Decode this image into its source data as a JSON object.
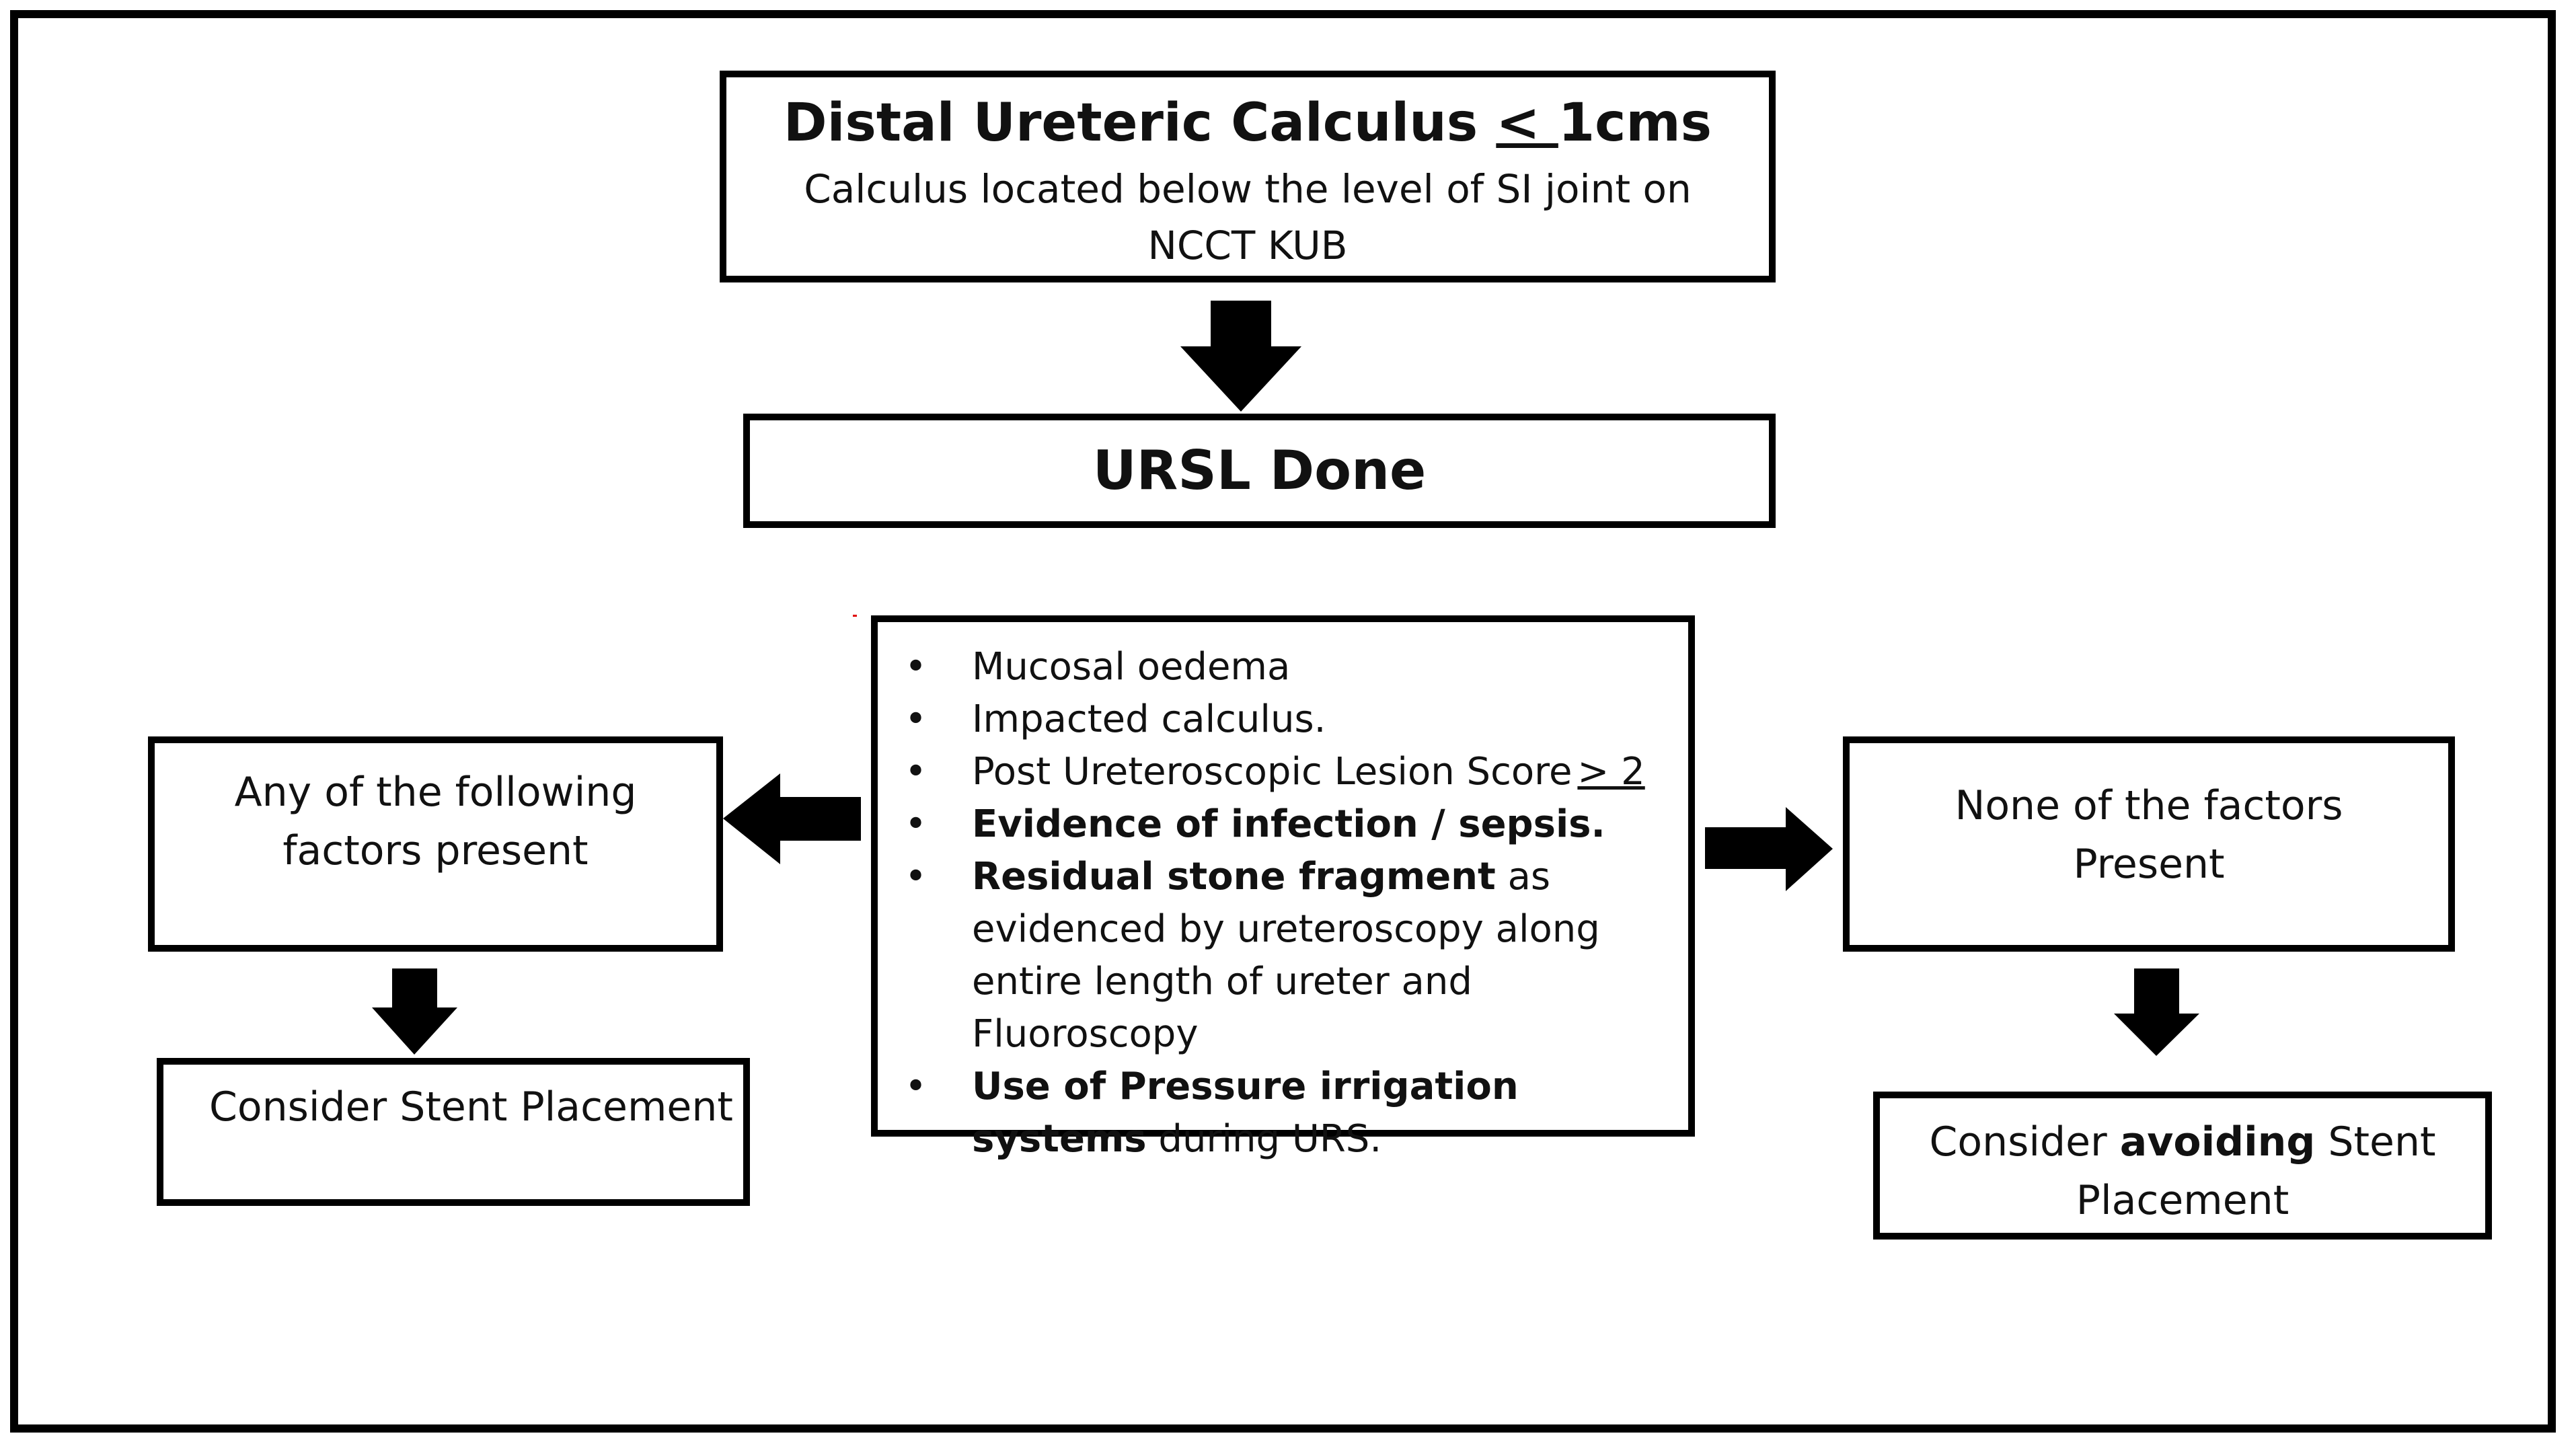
{
  "top_box": {
    "title_main": "Distal Ureteric Calculus",
    "title_rel": "< ",
    "title_value": "1cms",
    "subtitle": "Calculus located below the level of SI joint on NCCT KUB"
  },
  "ursl_box": {
    "label": "URSL Done"
  },
  "factors": [
    {
      "bold": "",
      "normal": "Mucosal oedema",
      "suffix": ""
    },
    {
      "bold": "",
      "normal": "Impacted calculus.",
      "suffix": ""
    },
    {
      "bold": "",
      "normal": "Post Ureteroscopic Lesion Score",
      "suffix": "> 2"
    },
    {
      "bold": "Evidence of infection / sepsis.",
      "normal": "",
      "suffix": ""
    },
    {
      "bold": "Residual stone fragment",
      "normal": " as evidenced by ureteroscopy along entire length of ureter and Fluoroscopy",
      "suffix": ""
    },
    {
      "bold": "Use of Pressure irrigation systems",
      "normal": " during URS.",
      "suffix": ""
    }
  ],
  "left_branch": {
    "condition": "Any of the following factors present",
    "outcome": "Consider Stent Placement"
  },
  "right_branch": {
    "condition": "None of the factors Present",
    "outcome_pre": "Consider ",
    "outcome_bold": "avoiding",
    "outcome_post": " Stent Placement"
  },
  "bullet": "•"
}
